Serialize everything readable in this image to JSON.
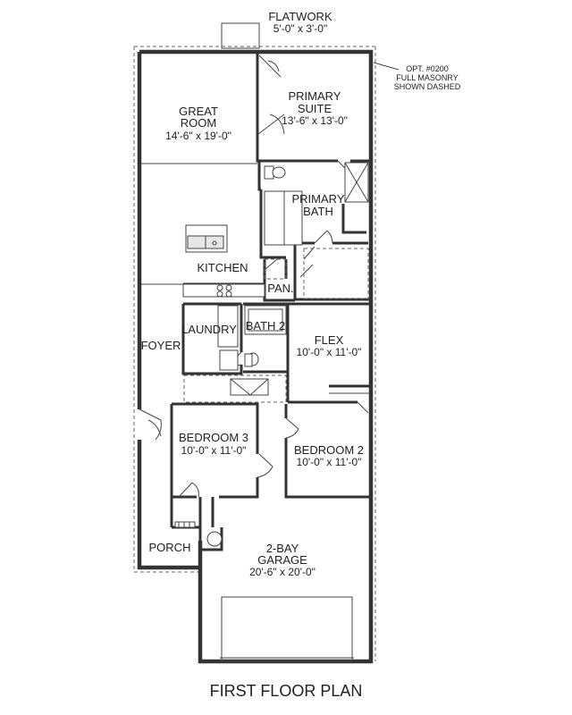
{
  "title": "FIRST FLOOR PLAN",
  "note": {
    "line1": "OPT. #0200",
    "line2": "FULL MASONRY",
    "line3": "SHOWN DASHED"
  },
  "rooms": {
    "flatwork": {
      "name": "FLATWORK",
      "dims": "5'-0\" x 3'-0\""
    },
    "great_room": {
      "name_line1": "GREAT",
      "name_line2": "ROOM",
      "dims": "14'-6\" x 19'-0\""
    },
    "primary_suite": {
      "name_line1": "PRIMARY",
      "name_line2": "SUITE",
      "dims": "13'-6\" x 13'-0\""
    },
    "primary_bath": {
      "name_line1": "PRIMARY",
      "name_line2": "BATH"
    },
    "kitchen": {
      "name": "KITCHEN"
    },
    "pantry": {
      "name": "PAN."
    },
    "laundry": {
      "name": "LAUNDRY"
    },
    "bath2": {
      "name": "BATH 2"
    },
    "foyer": {
      "name": "FOYER"
    },
    "flex": {
      "name": "FLEX",
      "dims": "10'-0\" x 11'-0\""
    },
    "bedroom3": {
      "name": "BEDROOM 3",
      "dims": "10'-0\" x 11'-0\""
    },
    "bedroom2": {
      "name": "BEDROOM 2",
      "dims": "10'-0\" x 11'-0\""
    },
    "porch": {
      "name": "PORCH"
    },
    "garage": {
      "name_line1": "2-BAY",
      "name_line2": "GARAGE",
      "dims": "20'-6\" x 20'-0\""
    }
  }
}
